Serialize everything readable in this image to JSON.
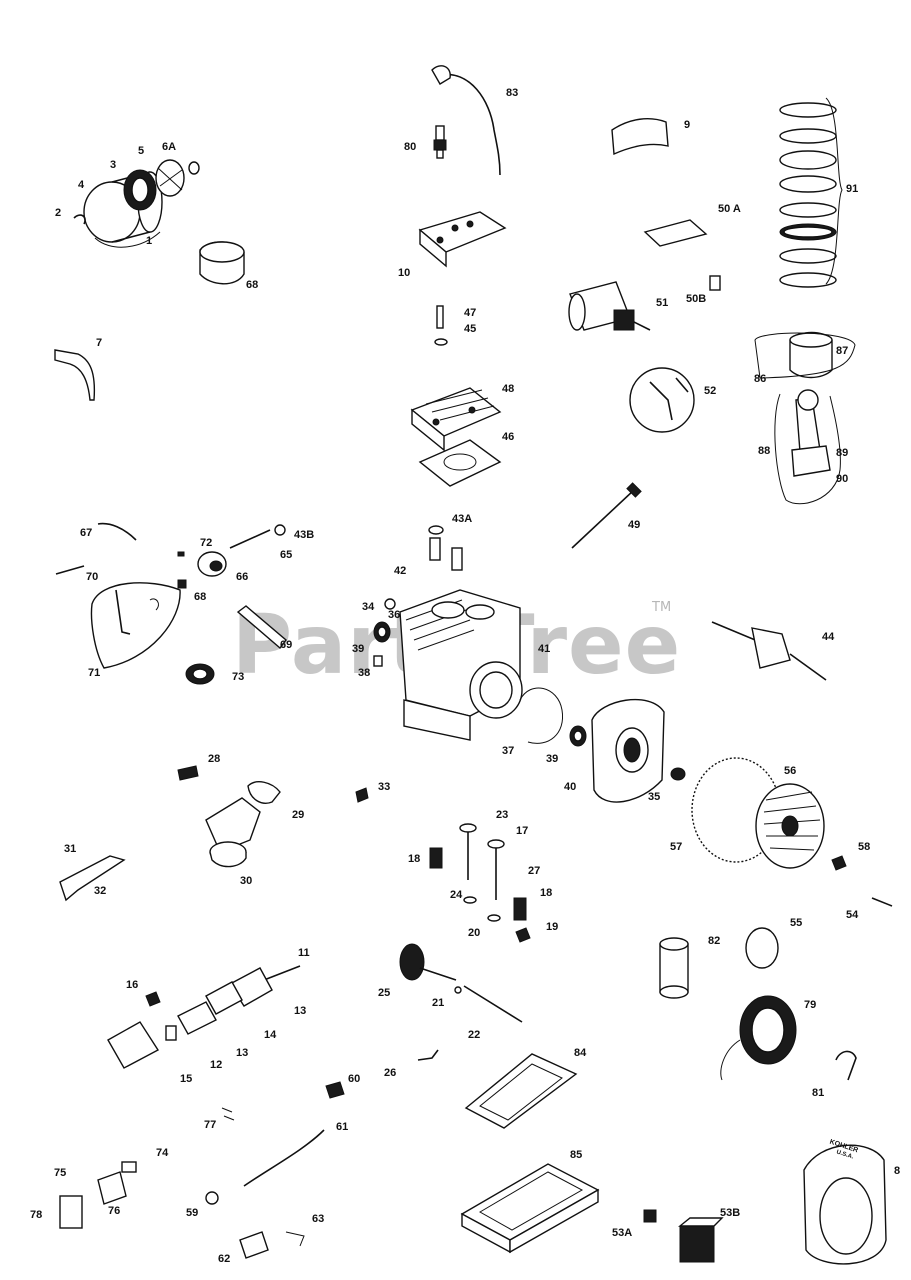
{
  "diagram": {
    "watermark": "PartsTree",
    "trademark": "TM",
    "kohler_text": "KOHLER",
    "kohler_sub": "U.S.A.",
    "callouts": {
      "c1": "1",
      "c2": "2",
      "c3": "3",
      "c4": "4",
      "c5": "5",
      "c6a": "6A",
      "c7": "7",
      "c8": "8",
      "c9": "9",
      "c10": "10",
      "c11": "11",
      "c12": "12",
      "c13a": "13",
      "c13b": "13",
      "c14": "14",
      "c15": "15",
      "c16": "16",
      "c17": "17",
      "c18a": "18",
      "c18b": "18",
      "c19": "19",
      "c20": "20",
      "c21": "21",
      "c22": "22",
      "c23": "23",
      "c24": "24",
      "c25": "25",
      "c26": "26",
      "c27": "27",
      "c28": "28",
      "c29": "29",
      "c30": "30",
      "c31": "31",
      "c32": "32",
      "c33": "33",
      "c34": "34",
      "c35": "35",
      "c36": "36",
      "c37": "37",
      "c38": "38",
      "c39a": "39",
      "c39b": "39",
      "c40": "40",
      "c41": "41",
      "c42": "42",
      "c43a": "43A",
      "c43b": "43B",
      "c44": "44",
      "c45": "45",
      "c46": "46",
      "c47": "47",
      "c48": "48",
      "c49": "49",
      "c50a": "50 A",
      "c50b": "50B",
      "c51": "51",
      "c52": "52",
      "c53a": "53A",
      "c53b": "53B",
      "c54": "54",
      "c55": "55",
      "c56": "56",
      "c57": "57",
      "c58": "58",
      "c59": "59",
      "c60": "60",
      "c61": "61",
      "c62": "62",
      "c63": "63",
      "c65": "65",
      "c66": "66",
      "c67": "67",
      "c68a": "68",
      "c68b": "68",
      "c69": "69",
      "c70": "70",
      "c71": "71",
      "c72": "72",
      "c73": "73",
      "c74": "74",
      "c75": "75",
      "c76": "76",
      "c77": "77",
      "c78": "78",
      "c79": "79",
      "c80": "80",
      "c81": "81",
      "c82": "82",
      "c83": "83",
      "c84": "84",
      "c85": "85",
      "c86": "86",
      "c87": "87",
      "c88": "88",
      "c89": "89",
      "c90": "90",
      "c91": "91"
    }
  }
}
